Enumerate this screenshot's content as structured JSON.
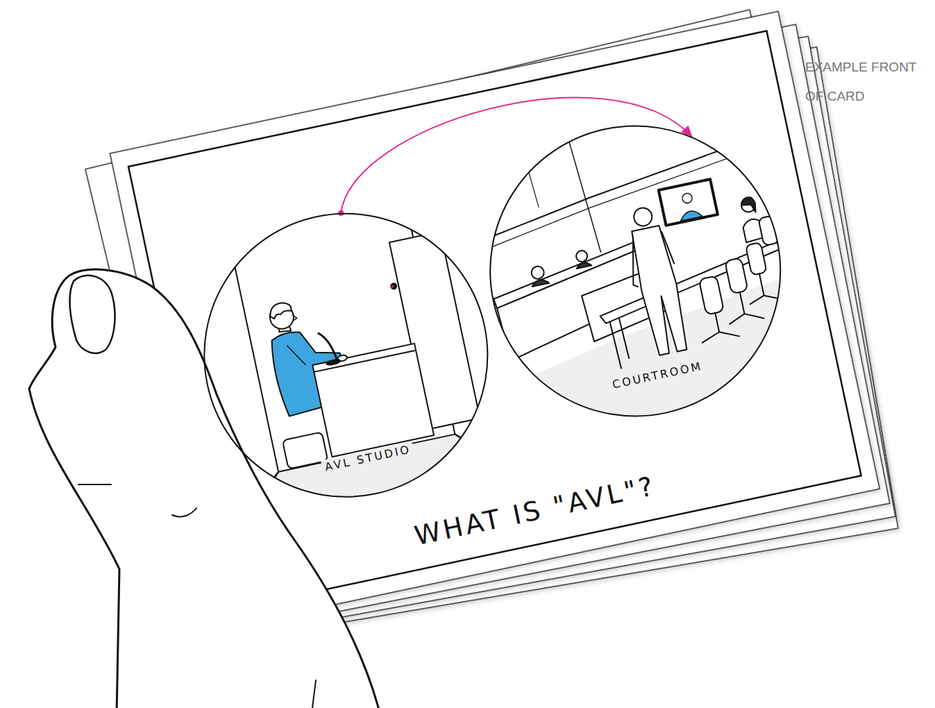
{
  "diagram": {
    "title": "WHAT IS \"AVL\"?",
    "nodes": [
      {
        "text": [
          "AVL STUDIO"
        ]
      },
      {
        "text": [
          "COURTROOM"
        ]
      }
    ],
    "edges": [
      {
        "from": 0,
        "to": 1,
        "arrow": "to"
      }
    ],
    "labels": [
      "EXAMPLE FRONT OF CARD"
    ]
  }
}
